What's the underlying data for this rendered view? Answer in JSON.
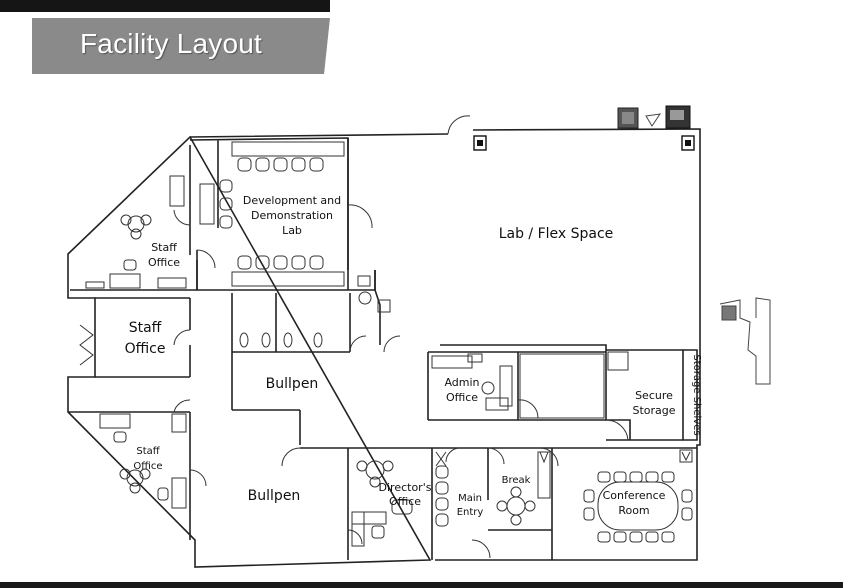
{
  "title": "Facility Layout",
  "rooms": {
    "dev_lab": [
      "Development and",
      "Demonstration",
      "Lab"
    ],
    "lab_flex": "Lab / Flex Space",
    "staff_office_top": [
      "Staff",
      "Office"
    ],
    "staff_office_middle": [
      "Staff",
      "Office"
    ],
    "staff_office_bottom": [
      "Staff",
      "Office"
    ],
    "bullpen_upper": "Bullpen",
    "bullpen_lower": "Bullpen",
    "admin_office": [
      "Admin",
      "Office"
    ],
    "secure_storage": [
      "Secure",
      "Storage"
    ],
    "storage_shelves": "Storage Shelves",
    "directors_office": [
      "Director's",
      "Office"
    ],
    "main_entry": [
      "Main",
      "Entry"
    ],
    "break_room": "Break",
    "conference_room": [
      "Conference",
      "Room"
    ]
  }
}
